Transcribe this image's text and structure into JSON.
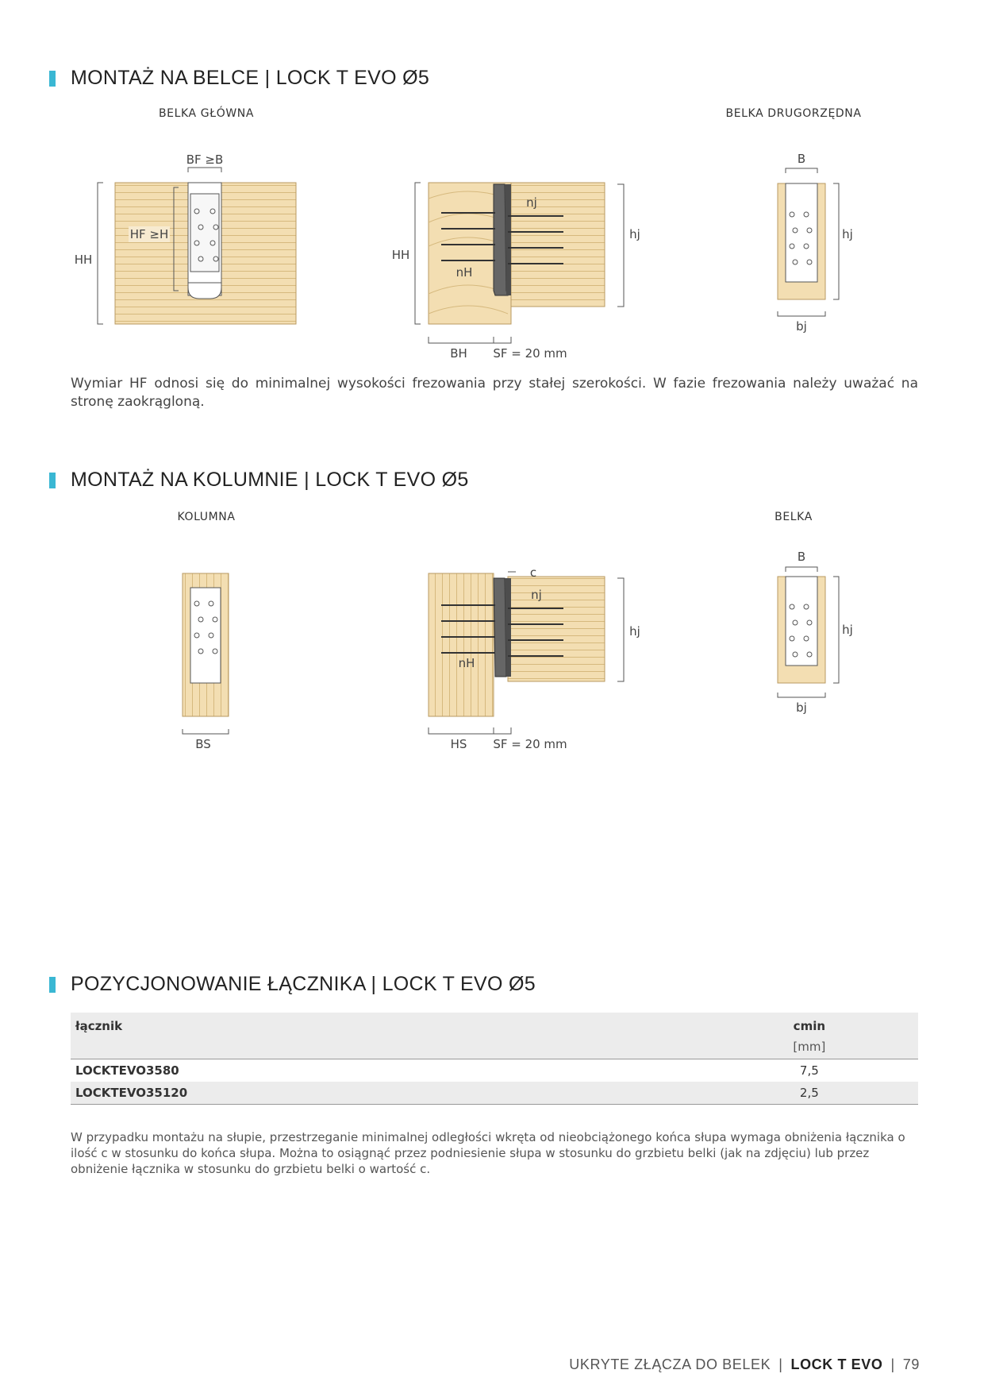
{
  "section1": {
    "title": "MONTAŻ NA BELCE | LOCK T EVO Ø5",
    "label_left": "BELKA GŁÓWNA",
    "label_right": "BELKA DRUGORZĘDNA",
    "fig": {
      "bf": "BF ≥B",
      "hf": "HF ≥H",
      "hh": "HH",
      "nj": "nj",
      "nh": "nH",
      "hj": "hj",
      "bh": "BH",
      "sf": "SF = 20 mm",
      "b": "B",
      "bj": "bj"
    },
    "paragraph": "Wymiar HF odnosi się do minimalnej wysokości frezowania przy stałej szerokości. W fazie frezowania należy uważać na stronę zaokrągloną."
  },
  "section2": {
    "title": "MONTAŻ NA KOLUMNIE | LOCK T EVO Ø5",
    "label_left": "KOLUMNA",
    "label_right": "BELKA",
    "fig": {
      "bs": "BS",
      "c": "c",
      "nj": "nj",
      "nh": "nH",
      "hj": "hj",
      "hs": "HS",
      "sf": "SF = 20 mm",
      "b": "B",
      "bj": "bj"
    }
  },
  "section3": {
    "title": "POZYCJONOWANIE ŁĄCZNIKA | LOCK T EVO Ø5",
    "table": {
      "col1": "łącznik",
      "col2": "cmin",
      "unit": "[mm]",
      "rows": [
        {
          "code": "LOCKTEVO3580",
          "value": "7,5"
        },
        {
          "code": "LOCKTEVO35120",
          "value": "2,5"
        }
      ]
    },
    "note": "W przypadku montażu na słupie, przestrzeganie minimalnej odległości wkręta od nieobciążonego końca słupa wymaga obniżenia łącznika o ilość c w stosunku do końca słupa. Można to osiągnąć przez podniesienie słupa w stosunku do grzbietu belki (jak na zdjęciu) lub przez obniżenie łącznika w stosunku do grzbietu belki o wartość c."
  },
  "footer": {
    "category": "UKRYTE ZŁĄCZA DO BELEK",
    "product": "LOCK T EVO",
    "page": "79"
  }
}
